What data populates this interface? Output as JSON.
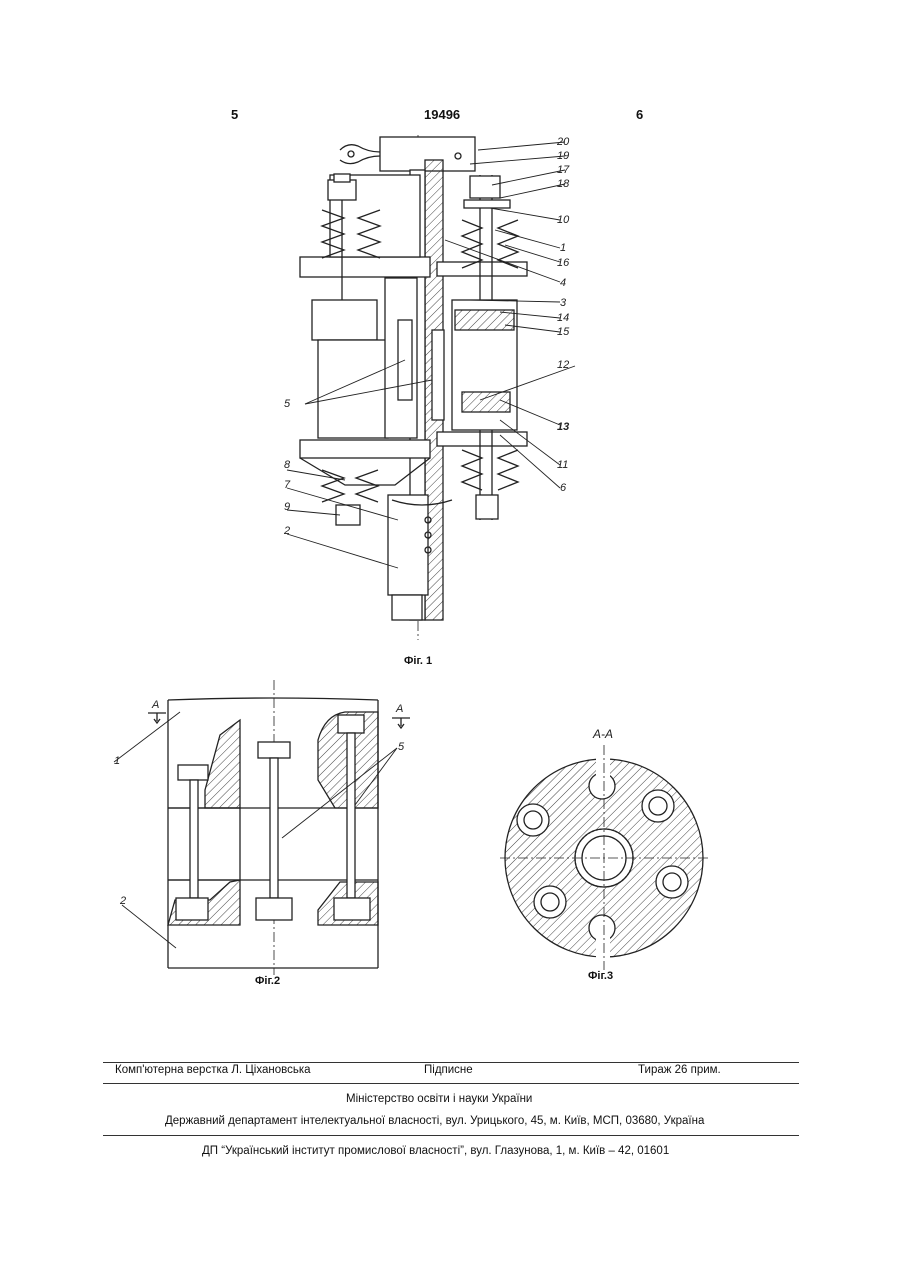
{
  "header": {
    "page_left": "5",
    "patent_number": "19496",
    "page_right": "6"
  },
  "fig1": {
    "caption": "Фіг. 1",
    "labels": {
      "l20": "20",
      "l19": "19",
      "l17": "17",
      "l18": "18",
      "l10": "10",
      "l1": "1",
      "l16": "16",
      "l4": "4",
      "l3": "3",
      "l14": "14",
      "l15": "15",
      "l12": "12",
      "l13": "13",
      "l11": "11",
      "l6": "6",
      "l5": "5",
      "l8": "8",
      "l7": "7",
      "l9": "9",
      "l2": "2"
    }
  },
  "fig2": {
    "caption": "Фіг.2",
    "section_a_left": "A",
    "section_a_right": "A",
    "labels": {
      "l1": "1",
      "l2": "2",
      "l5": "5"
    }
  },
  "fig3": {
    "caption": "Фіг.3",
    "section_title": "А-А"
  },
  "imprint": {
    "typesetter": "Комп'ютерна верстка Л. Ціхановська",
    "signed": "Підписне",
    "circulation": "Тираж 26 прим.",
    "ministry": "Міністерство освіти і науки України",
    "department": "Державний департамент інтелектуальної власності, вул. Урицького, 45, м. Київ, МСП, 03680, Україна",
    "institute": "ДП “Український інститут промислової власності”, вул. Глазунова, 1, м. Київ – 42, 01601"
  }
}
